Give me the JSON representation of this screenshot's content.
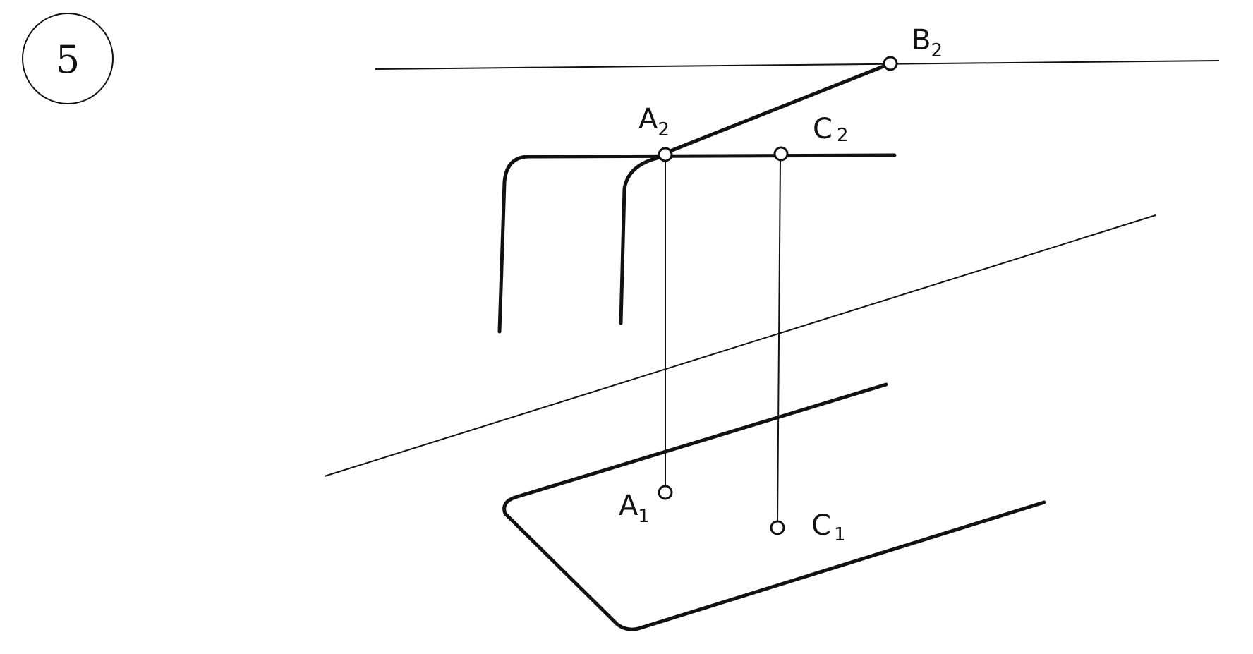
{
  "figure_number": "5",
  "points": {
    "A2": {
      "letter": "A",
      "index": "2"
    },
    "B2": {
      "letter": "B",
      "index": "2"
    },
    "C2": {
      "letter": "C",
      "index": "2"
    },
    "A1": {
      "letter": "A",
      "index": "1"
    },
    "C1": {
      "letter": "C",
      "index": "1"
    }
  }
}
